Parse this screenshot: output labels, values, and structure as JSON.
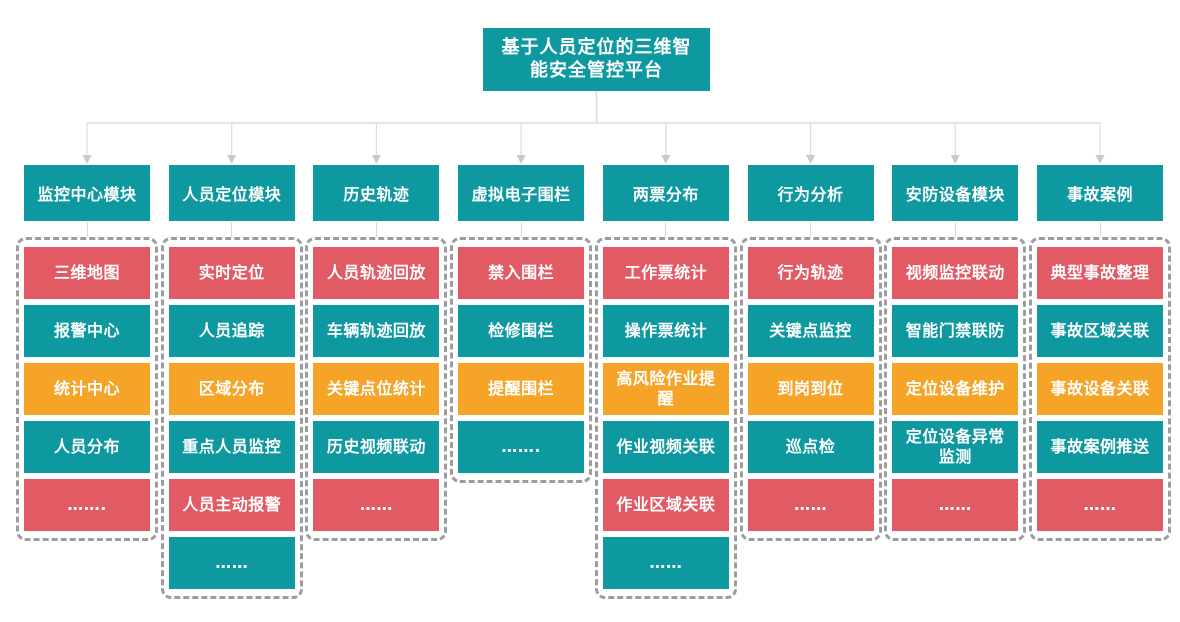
{
  "palette": {
    "teal": "#0E98A0",
    "red": "#E25B64",
    "orange": "#F5A428",
    "connector_line": "#dcdcdc",
    "arrowhead": "#c9c9c9",
    "dashed_border": "#9d9d9d",
    "text": "#ffffff"
  },
  "root": {
    "title": "基于人员定位的三维智能安全管控平台"
  },
  "columns": [
    {
      "header": "监控中心模块",
      "items": [
        {
          "label": "三维地图",
          "variant": "red"
        },
        {
          "label": "报警中心",
          "variant": "teal"
        },
        {
          "label": "统计中心",
          "variant": "orange"
        },
        {
          "label": "人员分布",
          "variant": "teal"
        },
        {
          "label": "…….",
          "variant": "red"
        }
      ]
    },
    {
      "header": "人员定位模块",
      "items": [
        {
          "label": "实时定位",
          "variant": "red"
        },
        {
          "label": "人员追踪",
          "variant": "teal"
        },
        {
          "label": "区域分布",
          "variant": "orange"
        },
        {
          "label": "重点人员监控",
          "variant": "teal"
        },
        {
          "label": "人员主动报警",
          "variant": "red"
        },
        {
          "label": "……",
          "variant": "teal"
        }
      ]
    },
    {
      "header": "历史轨迹",
      "items": [
        {
          "label": "人员轨迹回放",
          "variant": "red"
        },
        {
          "label": "车辆轨迹回放",
          "variant": "teal"
        },
        {
          "label": "关键点位统计",
          "variant": "orange"
        },
        {
          "label": "历史视频联动",
          "variant": "teal"
        },
        {
          "label": "……",
          "variant": "red"
        }
      ]
    },
    {
      "header": "虚拟电子围栏",
      "items": [
        {
          "label": "禁入围栏",
          "variant": "red"
        },
        {
          "label": "检修围栏",
          "variant": "teal"
        },
        {
          "label": "提醒围栏",
          "variant": "orange"
        },
        {
          "label": "…….",
          "variant": "teal"
        }
      ]
    },
    {
      "header": "两票分布",
      "items": [
        {
          "label": "工作票统计",
          "variant": "red"
        },
        {
          "label": "操作票统计",
          "variant": "teal"
        },
        {
          "label": "高风险作业提醒",
          "variant": "orange"
        },
        {
          "label": "作业视频关联",
          "variant": "teal"
        },
        {
          "label": "作业区域关联",
          "variant": "red"
        },
        {
          "label": "……",
          "variant": "teal"
        }
      ]
    },
    {
      "header": "行为分析",
      "items": [
        {
          "label": "行为轨迹",
          "variant": "red"
        },
        {
          "label": "关键点监控",
          "variant": "teal"
        },
        {
          "label": "到岗到位",
          "variant": "orange"
        },
        {
          "label": "巡点检",
          "variant": "teal"
        },
        {
          "label": "……",
          "variant": "red"
        }
      ]
    },
    {
      "header": "安防设备模块",
      "items": [
        {
          "label": "视频监控联动",
          "variant": "red"
        },
        {
          "label": "智能门禁联防",
          "variant": "teal"
        },
        {
          "label": "定位设备维护",
          "variant": "orange"
        },
        {
          "label": "定位设备异常监测",
          "variant": "teal"
        },
        {
          "label": "……",
          "variant": "red"
        }
      ]
    },
    {
      "header": "事故案例",
      "items": [
        {
          "label": "典型事故整理",
          "variant": "red"
        },
        {
          "label": "事故区域关联",
          "variant": "teal"
        },
        {
          "label": "事故设备关联",
          "variant": "orange"
        },
        {
          "label": "事故案例推送",
          "variant": "teal"
        },
        {
          "label": "……",
          "variant": "red"
        }
      ]
    }
  ]
}
